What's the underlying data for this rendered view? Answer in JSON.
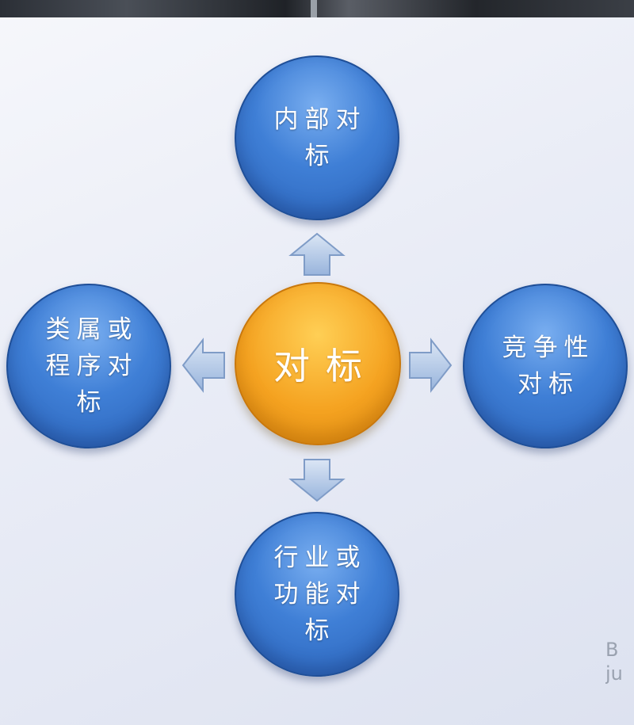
{
  "diagram": {
    "center": {
      "label": "对标"
    },
    "nodes": {
      "top": {
        "label": "内部对标"
      },
      "left": {
        "label": "类属或程序对标"
      },
      "right": {
        "label": "竞争性对标"
      },
      "bottom": {
        "label": "行业或功能对标"
      }
    },
    "colors": {
      "node_fill": "#3f7fd6",
      "node_border": "#1f4f98",
      "center_fill": "#f5a321",
      "center_border": "#c9780c",
      "arrow_fill": "#a9c3e6",
      "arrow_stroke": "#7f9cc7",
      "background": "#e9ecf6"
    }
  },
  "watermark": {
    "text": "B ju"
  }
}
